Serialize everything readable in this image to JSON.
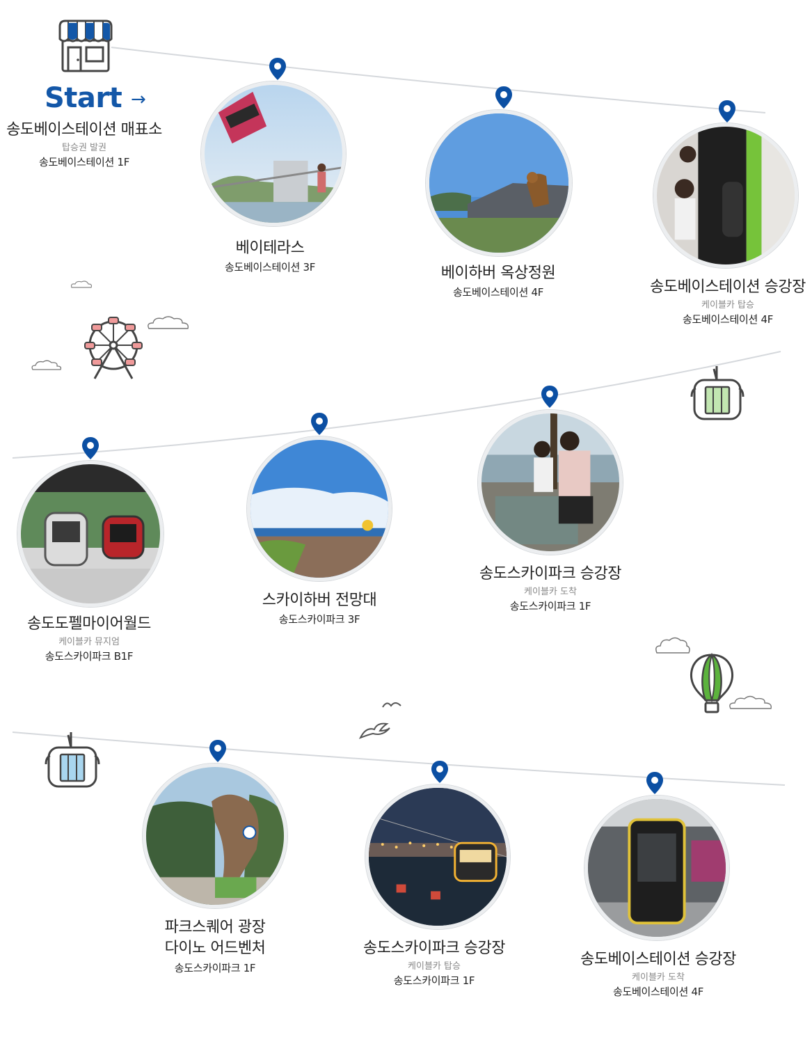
{
  "start": {
    "label": "Start",
    "arrow": "→",
    "title": "송도베이스테이션 매표소",
    "sub": "탑승권 발권",
    "floor": "송도베이스테이션 1F",
    "icon": "shop-icon"
  },
  "stops": [
    {
      "title": "베이테라스",
      "sub": "",
      "floor": "송도베이스테이션 3F"
    },
    {
      "title": "베이하버 옥상정원",
      "sub": "",
      "floor": "송도베이스테이션 4F"
    },
    {
      "title": "송도베이스테이션 승강장",
      "sub": "케이블카 탑승",
      "floor": "송도베이스테이션 4F"
    },
    {
      "title": "송도도펠마이어월드",
      "sub": "케이블카 뮤지엄",
      "floor": "송도스카이파크 B1F"
    },
    {
      "title": "스카이하버 전망대",
      "sub": "",
      "floor": "송도스카이파크 3F"
    },
    {
      "title": "송도스카이파크 승강장",
      "sub": "케이블카 도착",
      "floor": "송도스카이파크 1F"
    },
    {
      "title": "파크스퀘어 광장",
      "title2": "다이노 어드벤처",
      "sub": "",
      "floor": "송도스카이파크 1F"
    },
    {
      "title": "송도스카이파크 승강장",
      "sub": "케이블카 탑승",
      "floor": "송도스카이파크 1F"
    },
    {
      "title": "송도베이스테이션 승강장",
      "sub": "케이블카 도착",
      "floor": "송도베이스테이션 4F"
    }
  ],
  "colors": {
    "accent": "#1357a8",
    "pin": "#0b4fa3",
    "green": "#5cb33d",
    "lightblue": "#a9d6ef"
  }
}
